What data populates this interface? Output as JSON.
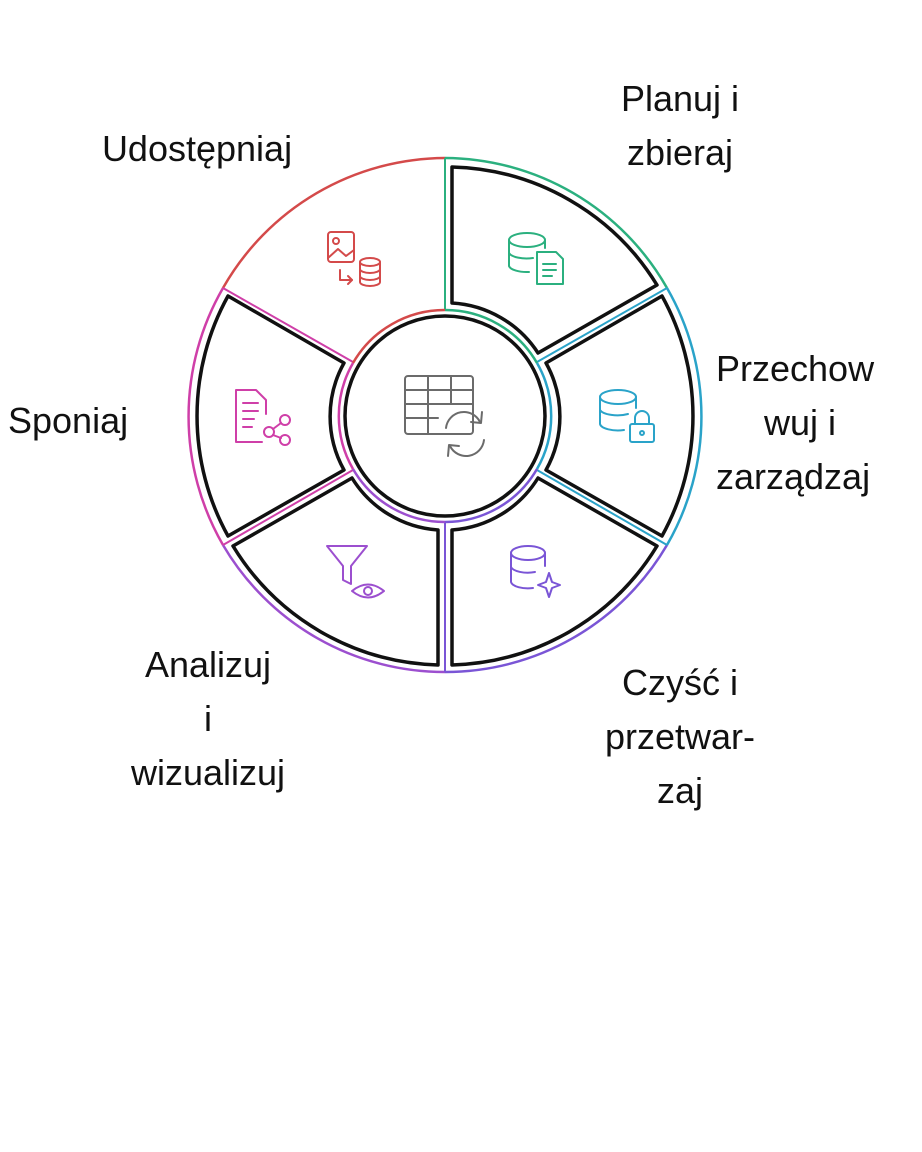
{
  "diagram": {
    "center_icon": "table-sync-icon",
    "stages": [
      {
        "id": "planuj",
        "lines": [
          "Planuj i",
          "zbieraj"
        ],
        "color": "#2bb07f",
        "icon": "database-document-icon"
      },
      {
        "id": "przechowuj",
        "lines": [
          "Przechow",
          "wuj i",
          "zarządzaj"
        ],
        "color": "#2aa3c9",
        "icon": "database-lock-icon"
      },
      {
        "id": "czysc",
        "lines": [
          "Czyść i",
          "przetwar-",
          "zaj"
        ],
        "color": "#7a55d6",
        "icon": "database-sparkle-icon"
      },
      {
        "id": "analizuj",
        "lines": [
          "Analizuj",
          "i",
          "wizualizuj"
        ],
        "color": "#9c4fcf",
        "icon": "filter-eye-icon"
      },
      {
        "id": "sponiaj",
        "lines": [
          "Sponiaj"
        ],
        "color": "#cf3fa8",
        "icon": "document-share-icon"
      },
      {
        "id": "udostepniaj",
        "lines": [
          "Udostępniaj"
        ],
        "color": "#d44a4a",
        "icon": "image-to-database-icon"
      }
    ]
  }
}
